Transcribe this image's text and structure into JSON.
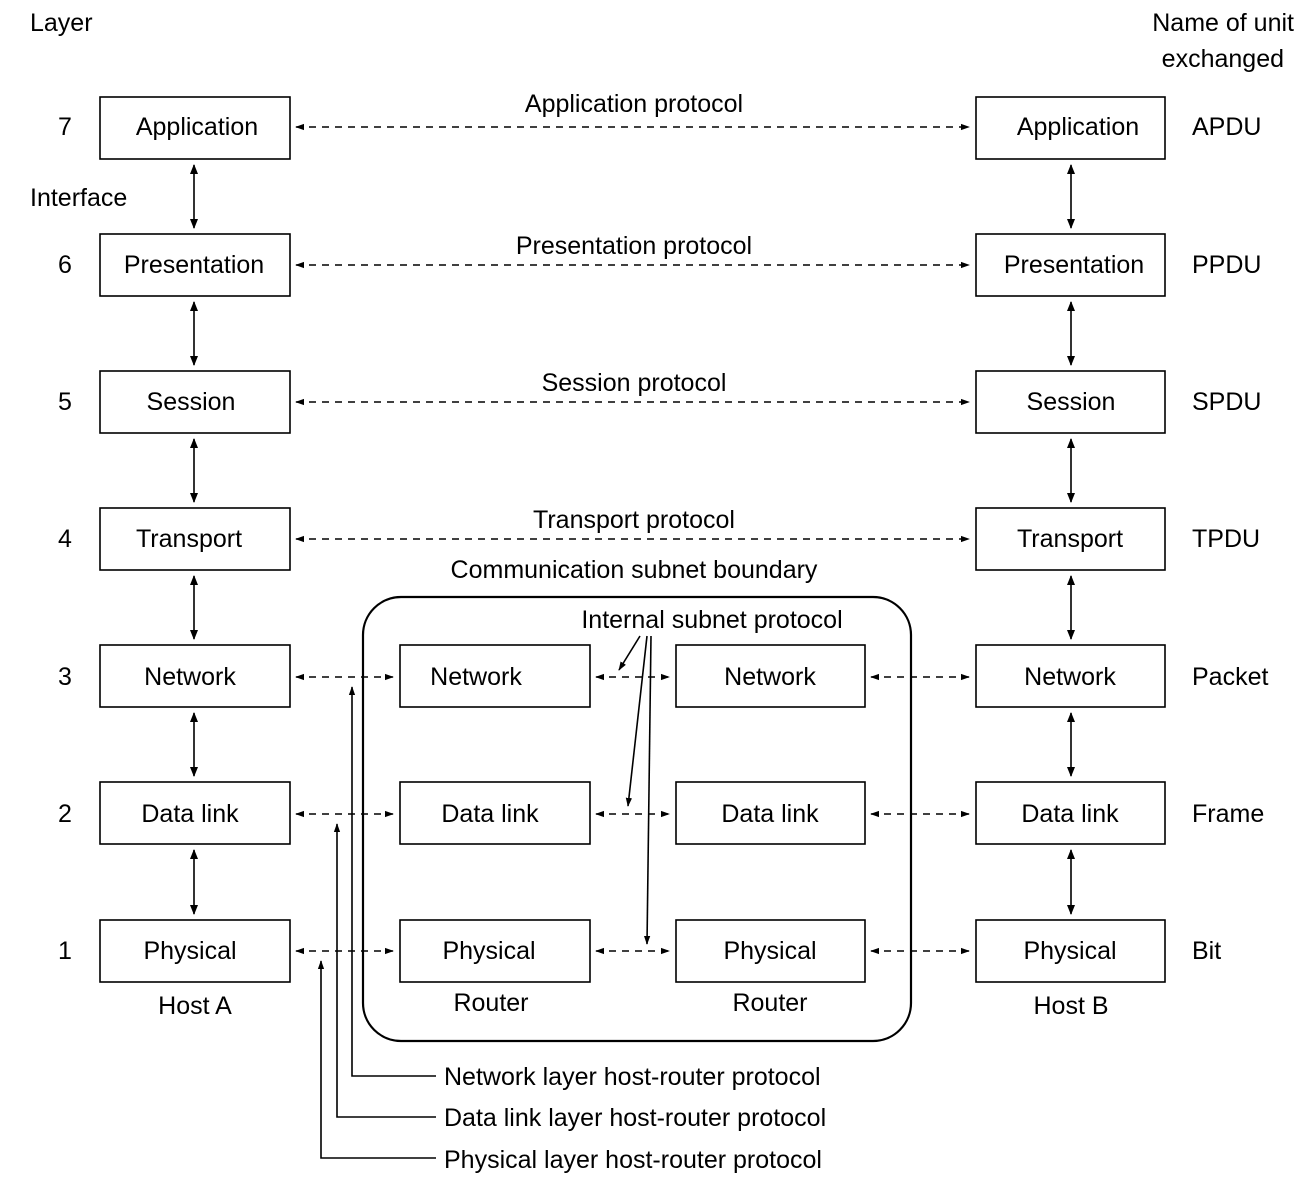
{
  "header": {
    "layer_label": "Layer",
    "unit_label_line1": "Name of unit",
    "unit_label_line2": "exchanged",
    "interface_label": "Interface"
  },
  "layers": [
    {
      "number": "7",
      "name": "Application",
      "protocol": "Application protocol",
      "unit": "APDU"
    },
    {
      "number": "6",
      "name": "Presentation",
      "protocol": "Presentation protocol",
      "unit": "PPDU"
    },
    {
      "number": "5",
      "name": "Session",
      "protocol": "Session protocol",
      "unit": "SPDU"
    },
    {
      "number": "4",
      "name": "Transport",
      "protocol": "Transport protocol",
      "unit": "TPDU"
    },
    {
      "number": "3",
      "name": "Network",
      "protocol": "",
      "unit": "Packet"
    },
    {
      "number": "2",
      "name": "Data link",
      "protocol": "",
      "unit": "Frame"
    },
    {
      "number": "1",
      "name": "Physical",
      "protocol": "",
      "unit": "Bit"
    }
  ],
  "subnet": {
    "boundary_label": "Communication subnet boundary",
    "internal_protocol_label": "Internal subnet protocol",
    "router_layers": [
      "Network",
      "Data link",
      "Physical"
    ]
  },
  "hosts": {
    "left": "Host A",
    "right": "Host B",
    "router_left": "Router",
    "router_right": "Router"
  },
  "host_router_protocols": [
    "Network layer host-router protocol",
    "Data link layer host-router protocol",
    "Physical layer host-router protocol"
  ]
}
